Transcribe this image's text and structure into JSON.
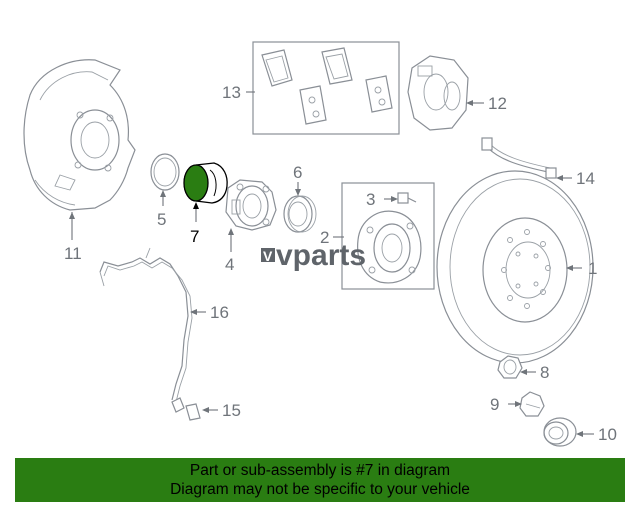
{
  "diagram": {
    "callouts": [
      "1",
      "2",
      "3",
      "4",
      "5",
      "6",
      "7",
      "8",
      "9",
      "10",
      "11",
      "12",
      "13",
      "14",
      "15",
      "16"
    ],
    "highlighted_callout": "7",
    "highlight_color": "#2a7d12",
    "line_color": "#8a8f96"
  },
  "watermark": {
    "text": "vparts",
    "mark": "V"
  },
  "banner": {
    "line1": "Part or sub-assembly is #7 in diagram",
    "line2": "Diagram may not be specific to your vehicle",
    "background": "#2a7d12"
  }
}
